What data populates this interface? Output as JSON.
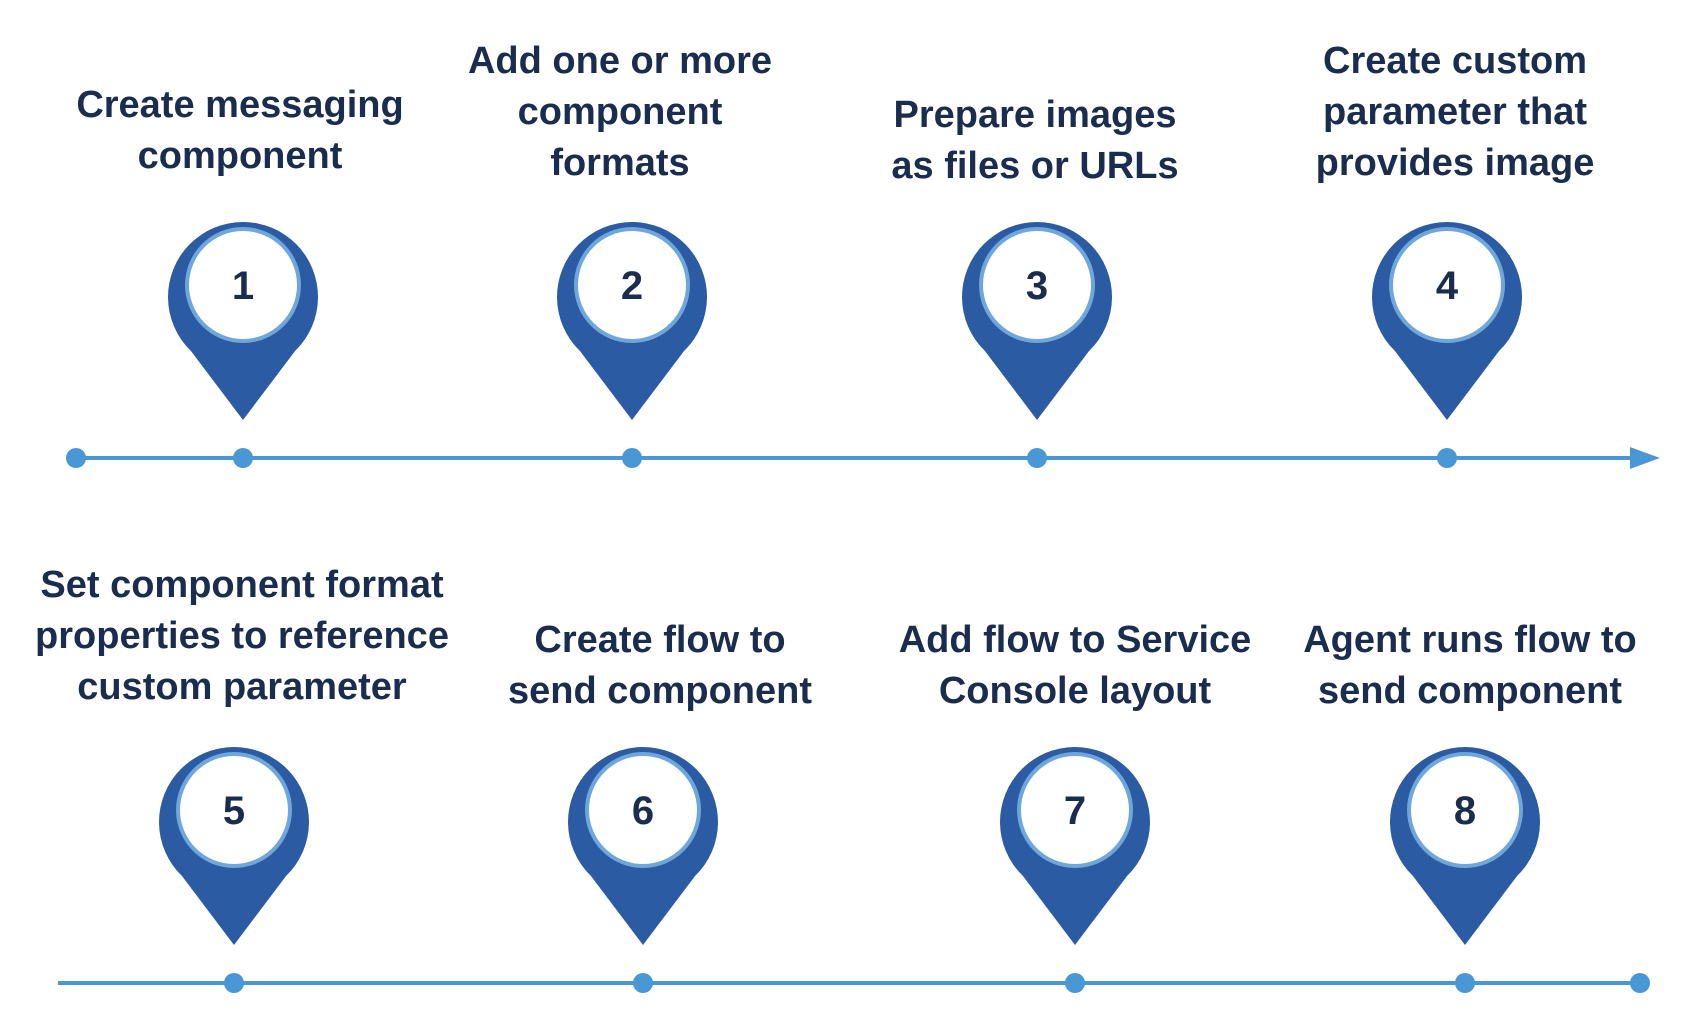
{
  "colors": {
    "pin_fill": "#2b5ba3",
    "pin_ring": "#6fa6dc",
    "pin_center": "#ffffff",
    "line": "#4a97d6",
    "text": "#1a2d4f"
  },
  "rows": [
    {
      "arrow_end": true,
      "steps": [
        {
          "number": "1",
          "label": "Create messaging\ncomponent"
        },
        {
          "number": "2",
          "label": "Add one or more\ncomponent\nformats"
        },
        {
          "number": "3",
          "label": "Prepare images\nas files or URLs"
        },
        {
          "number": "4",
          "label": "Create custom\nparameter that\nprovides image"
        }
      ]
    },
    {
      "arrow_end": false,
      "steps": [
        {
          "number": "5",
          "label": "Set component format\nproperties to reference\ncustom parameter"
        },
        {
          "number": "6",
          "label": "Create flow to\nsend component"
        },
        {
          "number": "7",
          "label": "Add flow to Service\nConsole layout"
        },
        {
          "number": "8",
          "label": "Agent runs flow to\nsend component"
        }
      ]
    }
  ]
}
